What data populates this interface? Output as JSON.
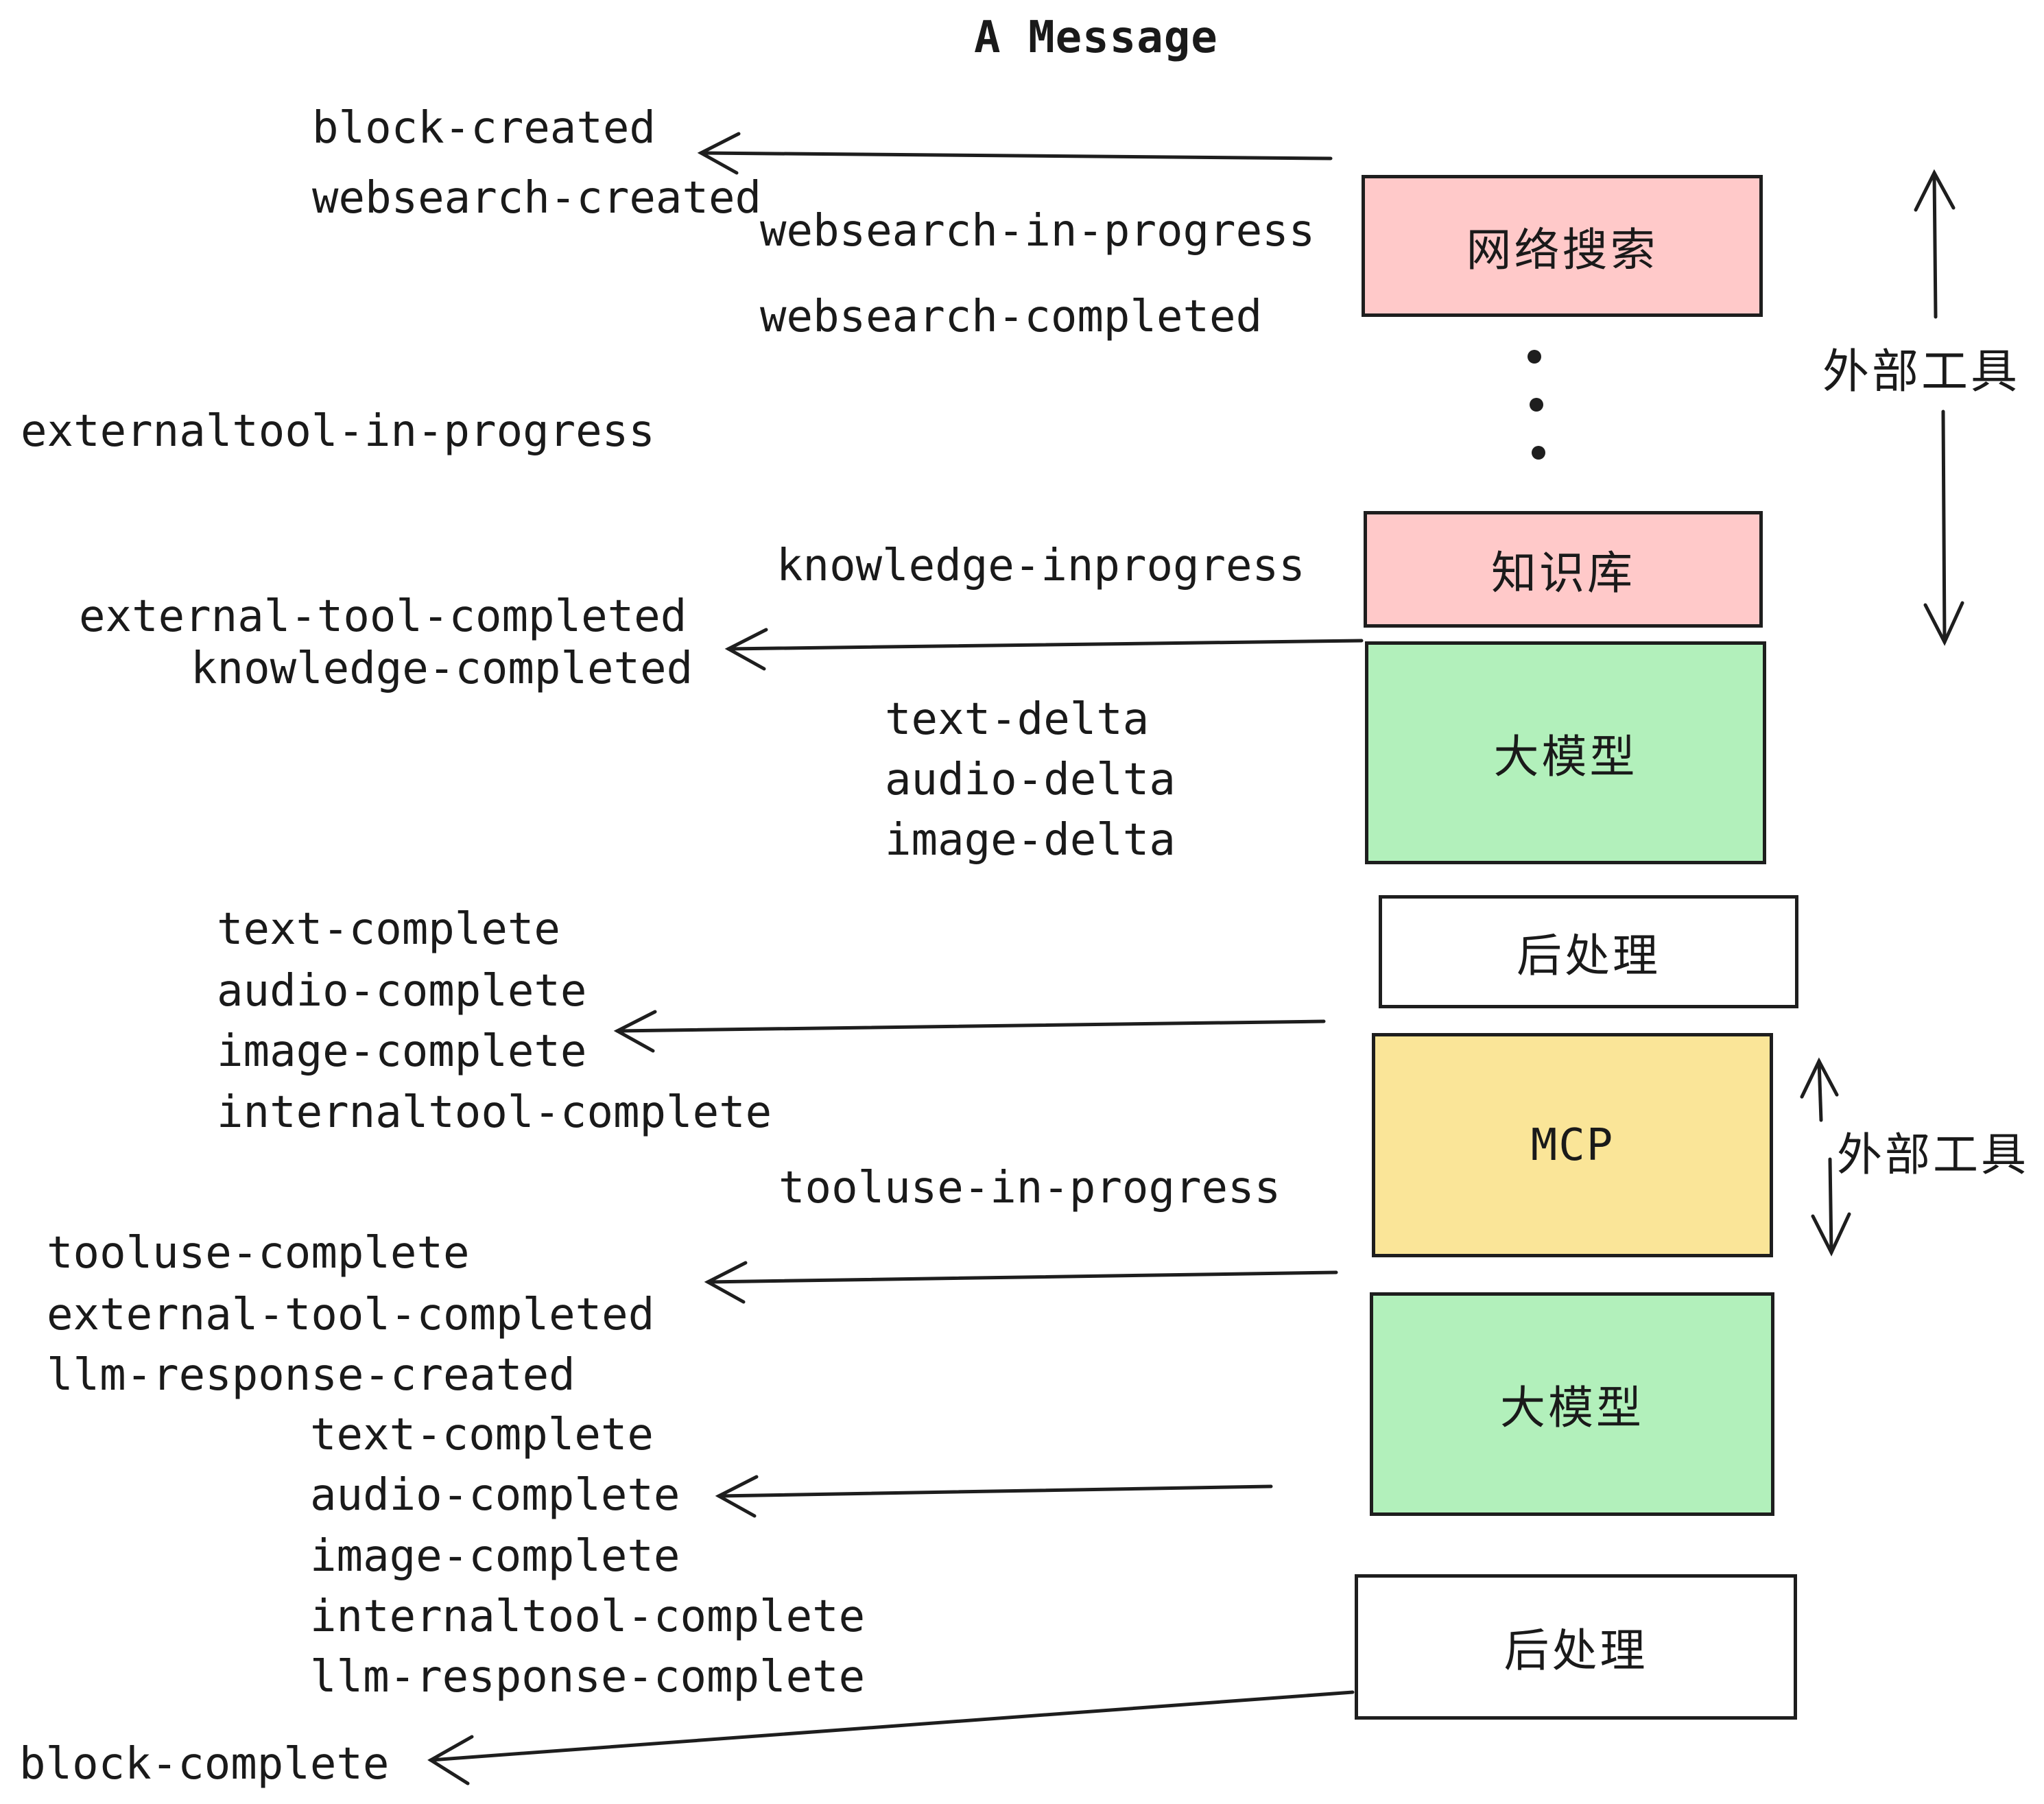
{
  "title": "A Message",
  "colors": {
    "pink": "#ffc9c9",
    "green": "#b2f0bb",
    "yellow": "#fae598",
    "white": "#ffffff",
    "stroke": "#1e1e1e"
  },
  "boxes": [
    {
      "id": "websearch",
      "label": "网络搜索",
      "color": "pink"
    },
    {
      "id": "knowledge",
      "label": "知识库",
      "color": "pink"
    },
    {
      "id": "llm-1",
      "label": "大模型",
      "color": "green"
    },
    {
      "id": "postprocess-1",
      "label": "后处理",
      "color": "white"
    },
    {
      "id": "mcp",
      "label": "MCP",
      "color": "yellow"
    },
    {
      "id": "llm-2",
      "label": "大模型",
      "color": "green"
    },
    {
      "id": "postprocess-2",
      "label": "后处理",
      "color": "white"
    }
  ],
  "side_labels": [
    {
      "text": "外部工具"
    },
    {
      "text": "外部工具"
    }
  ],
  "events": [
    {
      "text": "block-created"
    },
    {
      "text": "websearch-created"
    },
    {
      "text": "websearch-in-progress"
    },
    {
      "text": "websearch-completed"
    },
    {
      "text": "externaltool-in-progress"
    },
    {
      "text": "knowledge-inprogress"
    },
    {
      "text": "external-tool-completed"
    },
    {
      "text": "knowledge-completed"
    },
    {
      "text": "text-delta"
    },
    {
      "text": "audio-delta"
    },
    {
      "text": "image-delta"
    },
    {
      "text": "text-complete"
    },
    {
      "text": "audio-complete"
    },
    {
      "text": "image-complete"
    },
    {
      "text": "internaltool-complete"
    },
    {
      "text": "tooluse-in-progress"
    },
    {
      "text": "tooluse-complete"
    },
    {
      "text": "external-tool-completed"
    },
    {
      "text": "llm-response-created"
    },
    {
      "text": "text-complete"
    },
    {
      "text": "audio-complete"
    },
    {
      "text": "image-complete"
    },
    {
      "text": "internaltool-complete"
    },
    {
      "text": "llm-response-complete"
    },
    {
      "text": "block-complete"
    }
  ]
}
